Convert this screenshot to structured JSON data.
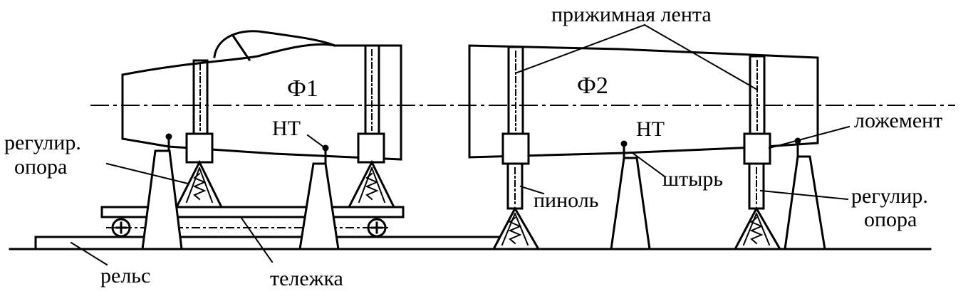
{
  "labels": {
    "f1": "Ф1",
    "f2": "Ф2",
    "nt_left": "НТ",
    "nt_right": "НТ",
    "pressure_tape": "прижимная лента",
    "cradle": "ложемент",
    "adj_support_left": "регулир.",
    "adj_support_left_2": "опора",
    "adj_support_right": "регулир.",
    "adj_support_right_2": "опора",
    "pin": "штырь",
    "quill": "пиноль",
    "rail": "рельс",
    "cart": "тележка"
  },
  "colors": {
    "ink": "#000000",
    "background": "#ffffff"
  }
}
